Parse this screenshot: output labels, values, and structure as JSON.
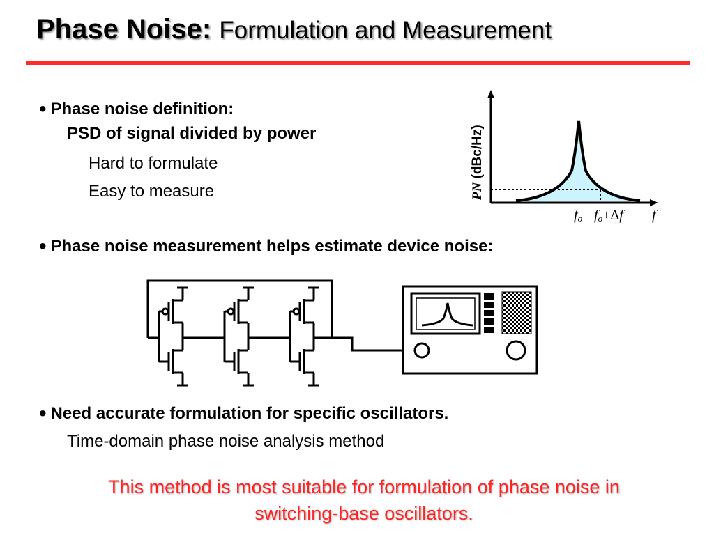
{
  "slide": {
    "title_bold": "Phase Noise:",
    "title_rest": "Formulation and Measurement",
    "bullet_glyph": "•",
    "bullets": [
      {
        "heading": "Phase noise definition:",
        "subheading": "PSD of signal divided by power",
        "items": [
          "Hard to formulate",
          "Easy to measure"
        ]
      },
      {
        "heading": "Phase noise measurement helps estimate device noise:"
      },
      {
        "heading": "Need accurate formulation for specific oscillators.",
        "items": [
          "Time-domain phase noise analysis method"
        ]
      }
    ],
    "conclusion_line1": "This method is most suitable for formulation of phase noise in",
    "conclusion_line2": "switching-base oscillators.",
    "colors": {
      "accent": "#ff2a2a",
      "conclusion": "#ff2424",
      "peak_fill": "#ccf4ff"
    }
  },
  "psd_plot": {
    "ylabel_italic": "PN",
    "ylabel_rest": " (dBc/Hz)",
    "x_label_fo": "f",
    "x_label_fo_sub": "o",
    "x_label_offset_f": "f",
    "x_label_offset_sub": "o",
    "x_label_offset_plus": "+",
    "x_label_offset_delta": "Δ",
    "x_label_offset_f2": "f",
    "x_axis_label": "f"
  }
}
